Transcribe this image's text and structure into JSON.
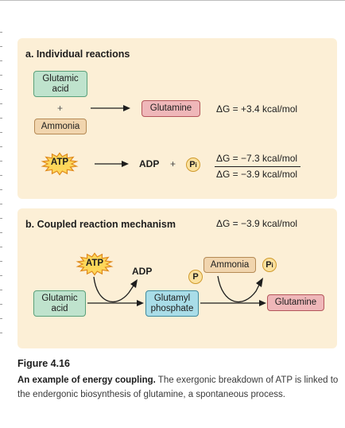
{
  "panel_a": {
    "title": "a.  Individual reactions",
    "glutamic_acid": "Glutamic acid",
    "plus": "+",
    "ammonia": "Ammonia",
    "glutamine": "Glutamine",
    "dg_glutamine": "ΔG = +3.4 kcal/mol",
    "atp": "ATP",
    "adp": "ADP",
    "plus2": "+",
    "pi": "P",
    "pi_sub": "i",
    "dg_atp": "ΔG = −7.3 kcal/mol",
    "dg_net": "ΔG = −3.9 kcal/mol"
  },
  "panel_b": {
    "title": "b.  Coupled reaction mechanism",
    "dg": "ΔG = −3.9 kcal/mol",
    "atp": "ATP",
    "adp": "ADP",
    "glutamic_acid": "Glutamic acid",
    "p": "P",
    "glutamyl_phosphate": "Glutamyl phosphate",
    "ammonia": "Ammonia",
    "pi": "P",
    "pi_sub": "i",
    "glutamine": "Glutamine"
  },
  "caption": {
    "title": "Figure 4.16",
    "lead": "An example of energy coupling.",
    "body": " The exergonic breakdown of ATP is linked to the endergonic biosynthesis of glutamine, a spontaneous process."
  },
  "colors": {
    "panel": "#fcefd6",
    "green": "#bfe3cd",
    "tan": "#f1d5ae",
    "pink": "#efb7b9",
    "cyan": "#a9dde8",
    "atp_star": "#fdd75a"
  }
}
